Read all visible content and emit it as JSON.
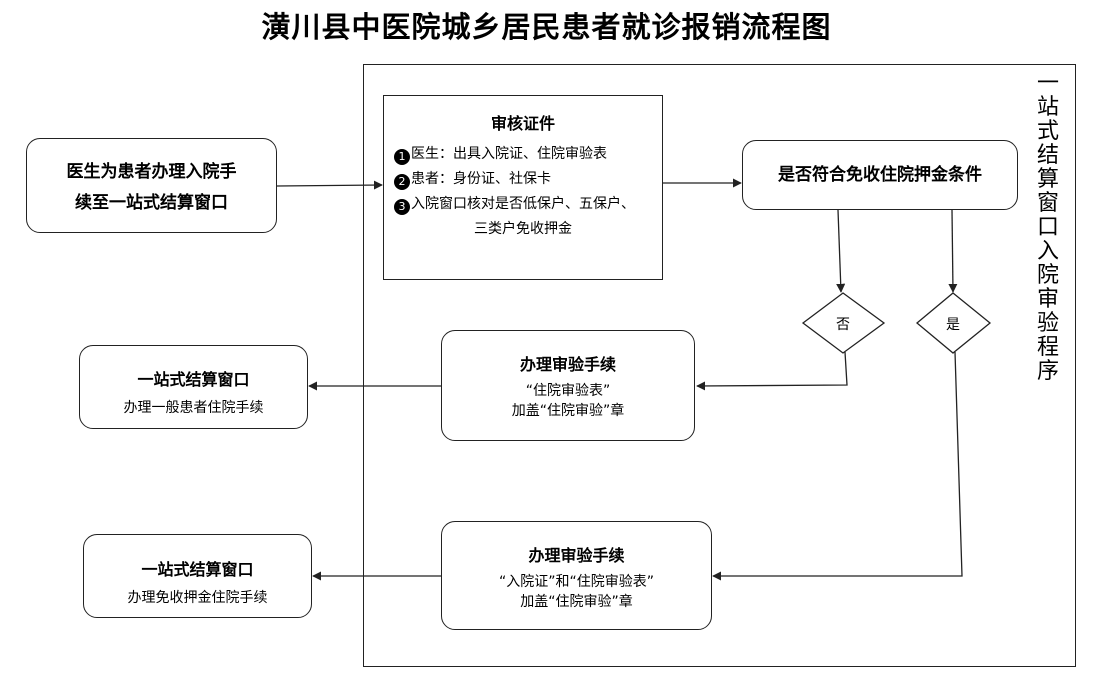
{
  "title": "潢川县中医院城乡居民患者就诊报销流程图",
  "side_label": "一站式结算窗口入院审验程序",
  "doctor_box": {
    "line1": "医生为患者办理入院手",
    "line2": "续至一站式结算窗口"
  },
  "review_box": {
    "title": "审核证件",
    "items": [
      {
        "num": "1",
        "text": "医生：出具入院证、住院审验表"
      },
      {
        "num": "2",
        "text": "患者：身份证、社保卡"
      },
      {
        "num": "3",
        "text": "入院窗口核对是否低保户、五保户、"
      }
    ],
    "item3_cont": "三类户免收押金"
  },
  "condition_box": {
    "title": "是否符合免收住院押金条件"
  },
  "decision_no": "否",
  "decision_yes": "是",
  "process_no": {
    "title": "办理审验手续",
    "line1": "“住院审验表”",
    "line2": "加盖“住院审验”章"
  },
  "process_yes": {
    "title": "办理审验手续",
    "line1": "“入院证”和“住院审验表”",
    "line2": "加盖“住院审验”章"
  },
  "outcome_general": {
    "title": "一站式结算窗口",
    "line1": "办理一般患者住院手续"
  },
  "outcome_exempt": {
    "title": "一站式结算窗口",
    "line1": "办理免收押金住院手续"
  },
  "colors": {
    "line": "#222222",
    "background": "#ffffff"
  }
}
